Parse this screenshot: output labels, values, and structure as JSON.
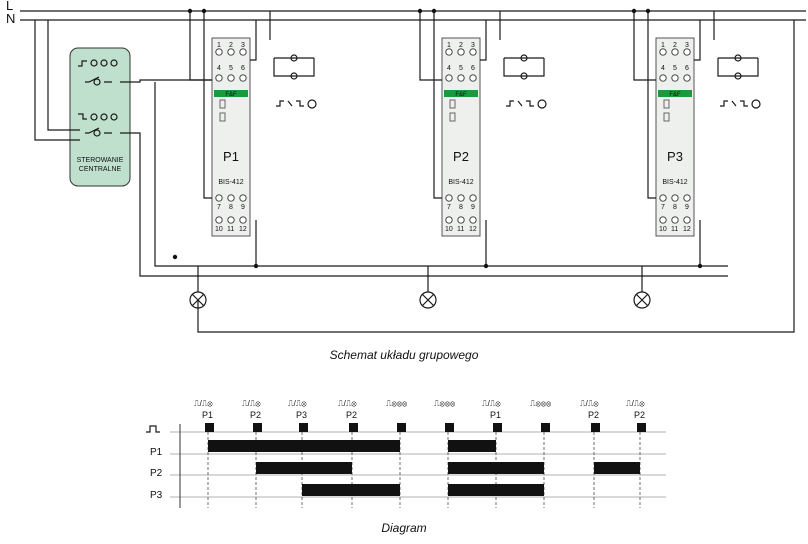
{
  "schematic": {
    "line_labels": [
      "L",
      "N"
    ],
    "central": {
      "label1": "STEROWANIE",
      "label2": "CENTRALNE",
      "fill": "#bfe0cc"
    },
    "relays": [
      {
        "name": "P1",
        "model": "BIS-412",
        "top_terms": [
          "1",
          "2",
          "3",
          "4",
          "5",
          "6"
        ],
        "bottom_terms": [
          "7",
          "8",
          "9",
          "10",
          "11",
          "12"
        ]
      },
      {
        "name": "P2",
        "model": "BIS-412",
        "top_terms": [
          "1",
          "2",
          "3",
          "4",
          "5",
          "6"
        ],
        "bottom_terms": [
          "7",
          "8",
          "9",
          "10",
          "11",
          "12"
        ]
      },
      {
        "name": "P3",
        "model": "BIS-412",
        "top_terms": [
          "1",
          "2",
          "3",
          "4",
          "5",
          "6"
        ],
        "bottom_terms": [
          "7",
          "8",
          "9",
          "10",
          "11",
          "12"
        ]
      }
    ],
    "brand": "F&F",
    "brand_color": "#1a9a3c",
    "caption": "Schemat układu grupowego"
  },
  "diagram": {
    "caption": "Diagram",
    "row_labels": [
      "P1",
      "P2",
      "P3"
    ],
    "top_labels": [
      "P1",
      "P2",
      "P3",
      "P2",
      "",
      "",
      "P1",
      "",
      "P2",
      "P2"
    ],
    "pulse_symbols": [
      "⎍/⎍⊗",
      "⎍/⎍⊗",
      "⎍/⎍⊗",
      "⎍/⎍⊗",
      "⎍⊗⊗⊗",
      "⎍⊗⊗⊗",
      "⎍/⎍⊗",
      "⎍⊗⊗⊗",
      "⎍/⎍⊗",
      "⎍/⎍⊗"
    ]
  }
}
